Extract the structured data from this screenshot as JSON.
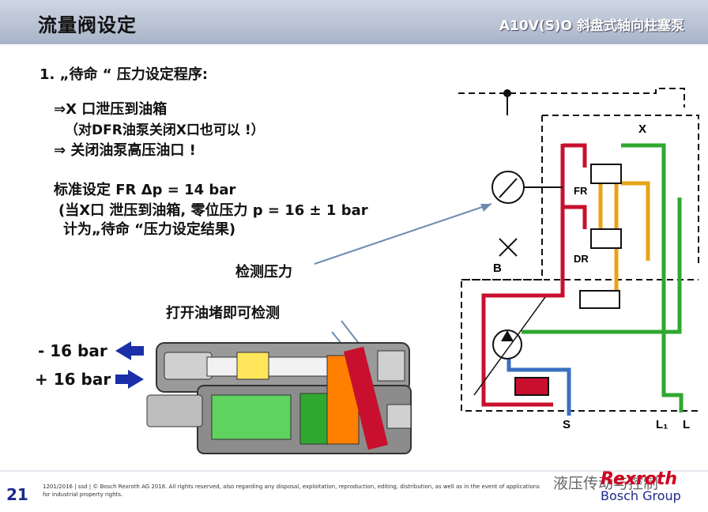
{
  "header": {
    "title": "流量阀设定",
    "subtitle": "A10V(S)O 斜盘式轴向柱塞泵"
  },
  "body_text": {
    "heading": "1. „待命 “ 压力设定程序:",
    "line1": "⇒X 口泄压到油箱",
    "line2": "（对DFR油泵关闭X口也可以 !）",
    "line3": "⇒ 关闭油泵高压油口 !",
    "line4": "标准设定 FR Δp = 14 bar",
    "line5": "(当X口 泄压到油箱, 零位压力 p = 16 ± 1 bar",
    "line6": "计为„待命 “压力设定结果)"
  },
  "annotations": {
    "measure_pressure": "检测压力",
    "open_plug": "打开油堵即可检测",
    "minus_bar": "- 16 bar",
    "plus_bar": "+ 16 bar"
  },
  "schematic_labels": {
    "x": "X",
    "fr": "FR",
    "dr": "DR",
    "b": "B",
    "s": "S",
    "l1": "L₁",
    "l": "L"
  },
  "footer": {
    "page_number": "21",
    "legal": "1201/2016 | ssd | © Bosch Rexroth AG 2016. All rights reserved, also regarding any disposal, exploitation, reproduction, editing, distribution, as well as in the event of applications for industrial property rights.",
    "logo": "Rexroth",
    "group": "Bosch Group",
    "watermark": "液压传动与控制"
  },
  "colors": {
    "red_line": "#c8102e",
    "green_line": "#2fa82f",
    "yellow_line": "#e8a317",
    "blue_line": "#3a6fc2",
    "arrow_blue": "#1b2fa8"
  }
}
